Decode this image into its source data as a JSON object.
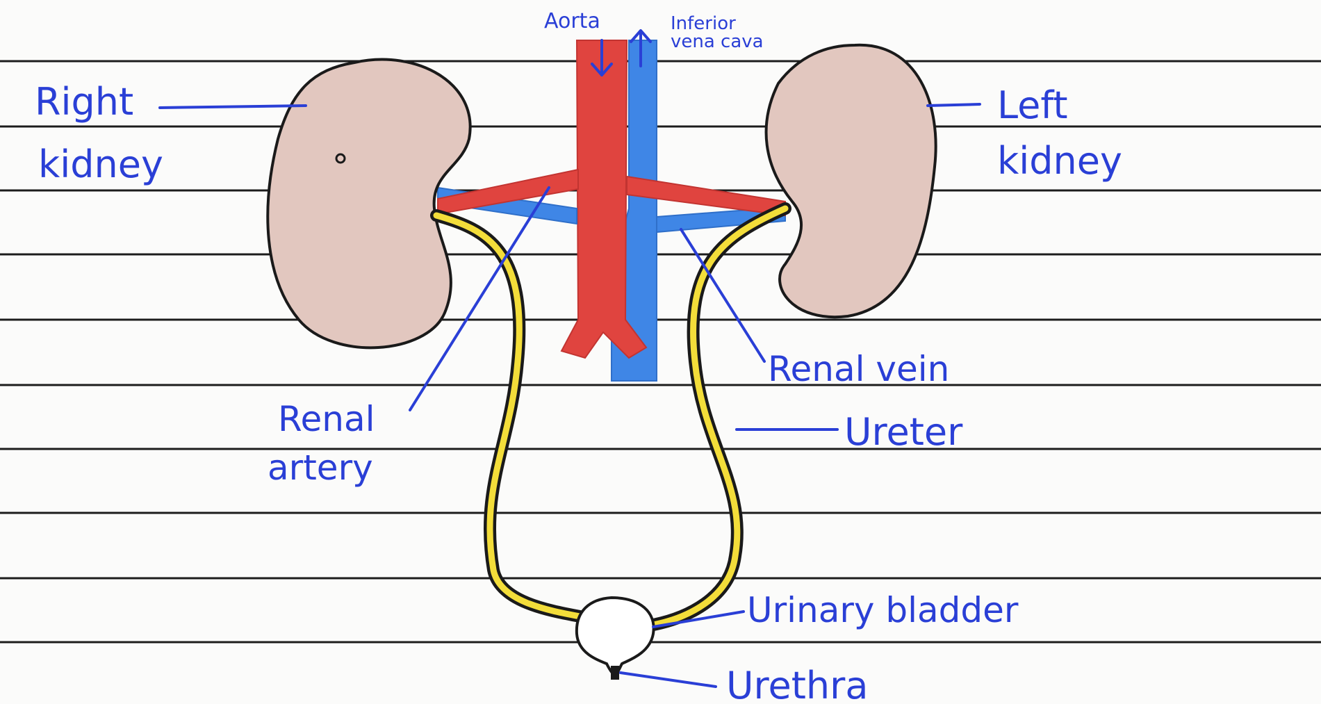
{
  "diagram": {
    "labels": {
      "aorta": "Aorta",
      "ivc_line1": "Inferior",
      "ivc_line2": "vena cava",
      "right_kidney_line1": "Right",
      "right_kidney_line2": "kidney",
      "left_kidney_line1": "Left",
      "left_kidney_line2": "kidney",
      "renal_artery_line1": "Renal",
      "renal_artery_line2": "artery",
      "renal_vein": "Renal vein",
      "ureter": "Ureter",
      "urinary_bladder": "Urinary bladder",
      "urethra": "Urethra"
    },
    "colors": {
      "label_ink": "#2a3fd6",
      "outline_ink": "#1a1a1a",
      "paper_rule": "#1c1c1c",
      "kidney_fill": "#e2c7bf",
      "artery_red": "#e0443f",
      "vein_blue": "#3f86e6",
      "ureter_yellow": "#f3dd3a"
    }
  }
}
